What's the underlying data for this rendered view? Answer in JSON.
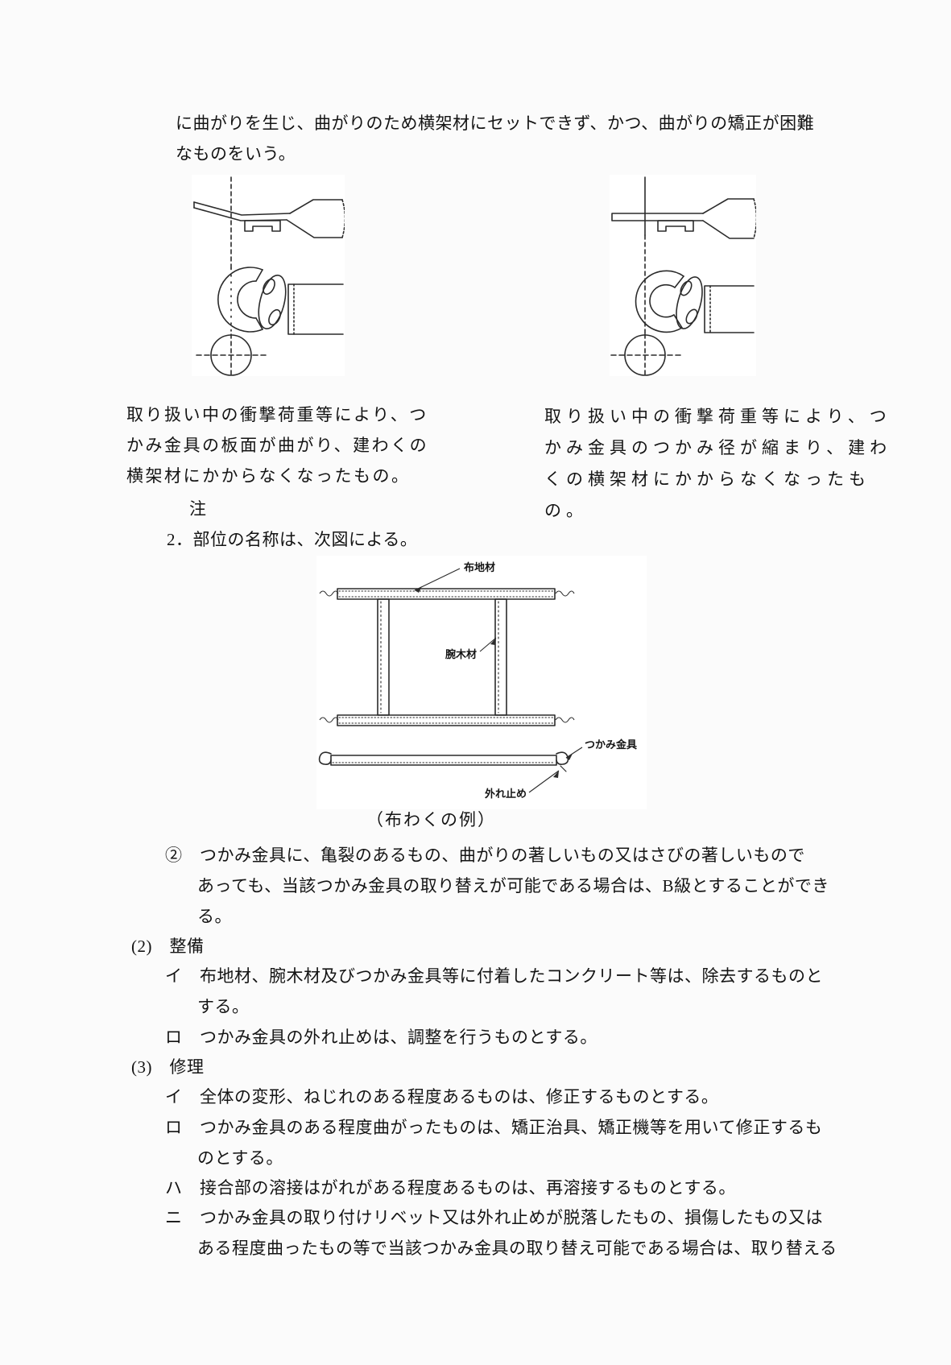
{
  "doc": {
    "intro_lines": [
      "に曲がりを生じ、曲がりのため横架材にセットできず、かつ、曲がりの矯正が困難",
      "なものをいう。"
    ],
    "left_figure": {
      "caption_lines": [
        "取り扱い中の衝撃荷重等により、つ",
        "かみ金具の板面が曲がり、建わくの",
        "横架材にかからなくなったもの。"
      ]
    },
    "right_figure": {
      "caption_lines": [
        "取り扱い中の衝撃荷重等により、つ",
        "かみ金具のつかみ径が縮まり、建わ",
        "くの横架材にかからなくなったも",
        "の。"
      ]
    },
    "note_label": "注",
    "note_item_2": "2．部位の名称は、次図による。",
    "diagram": {
      "label_top_rail": "布地材",
      "label_post": "腕木材",
      "label_clamp": "つかみ金具",
      "label_stopper": "外れ止め",
      "caption": "（布わくの例）"
    },
    "body": {
      "item2_lines": [
        "②　つかみ金具に、亀裂のあるもの、曲がりの著しいもの又はさびの著しいもので",
        "あっても、当該つかみ金具の取り替えが可能である場合は、B級とすることができ",
        "る。"
      ],
      "sec2_heading": "(2)　整備",
      "sec2_i_lines": [
        "イ　布地材、腕木材及びつかみ金具等に付着したコンクリート等は、除去するものと",
        "する。"
      ],
      "sec2_ro_lines": [
        "ロ　つかみ金具の外れ止めは、調整を行うものとする。"
      ],
      "sec3_heading": "(3)　修理",
      "sec3_i_lines": [
        "イ　全体の変形、ねじれのある程度あるものは、修正するものとする。"
      ],
      "sec3_ro_lines": [
        "ロ　つかみ金具のある程度曲がったものは、矯正治具、矯正機等を用いて修正するも",
        "のとする。"
      ],
      "sec3_ha_lines": [
        "ハ　接合部の溶接はがれがある程度あるものは、再溶接するものとする。"
      ],
      "sec3_ni_lines": [
        "ニ　つかみ金具の取り付けリベット又は外れ止めが脱落したもの、損傷したもの又は",
        "ある程度曲ったもの等で当該つかみ金具の取り替え可能である場合は、取り替える"
      ]
    }
  }
}
